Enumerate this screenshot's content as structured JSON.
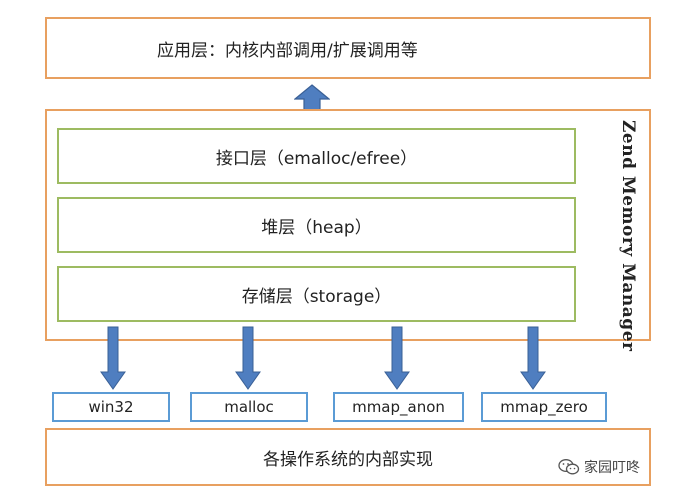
{
  "app_layer": {
    "label": "应用层：内核内部调用/扩展调用等"
  },
  "zend": {
    "title": "Zend Memory Manager",
    "layers": [
      {
        "label": "接口层（emalloc/efree）"
      },
      {
        "label": "堆层（heap）"
      },
      {
        "label": "存储层（storage）"
      }
    ]
  },
  "backends": [
    {
      "label": "win32"
    },
    {
      "label": "malloc"
    },
    {
      "label": "mmap_anon"
    },
    {
      "label": "mmap_zero"
    }
  ],
  "os_layer": {
    "label": "各操作系统的内部实现"
  },
  "watermark": {
    "text": "家园叮咚",
    "icon": "wechat-icon"
  },
  "colors": {
    "orange_border": "#E8A060",
    "green_border": "#9DBB61",
    "blue_border": "#5B9BD5",
    "arrow_fill": "#4F7EC0",
    "arrow_stroke": "#3A6096"
  }
}
